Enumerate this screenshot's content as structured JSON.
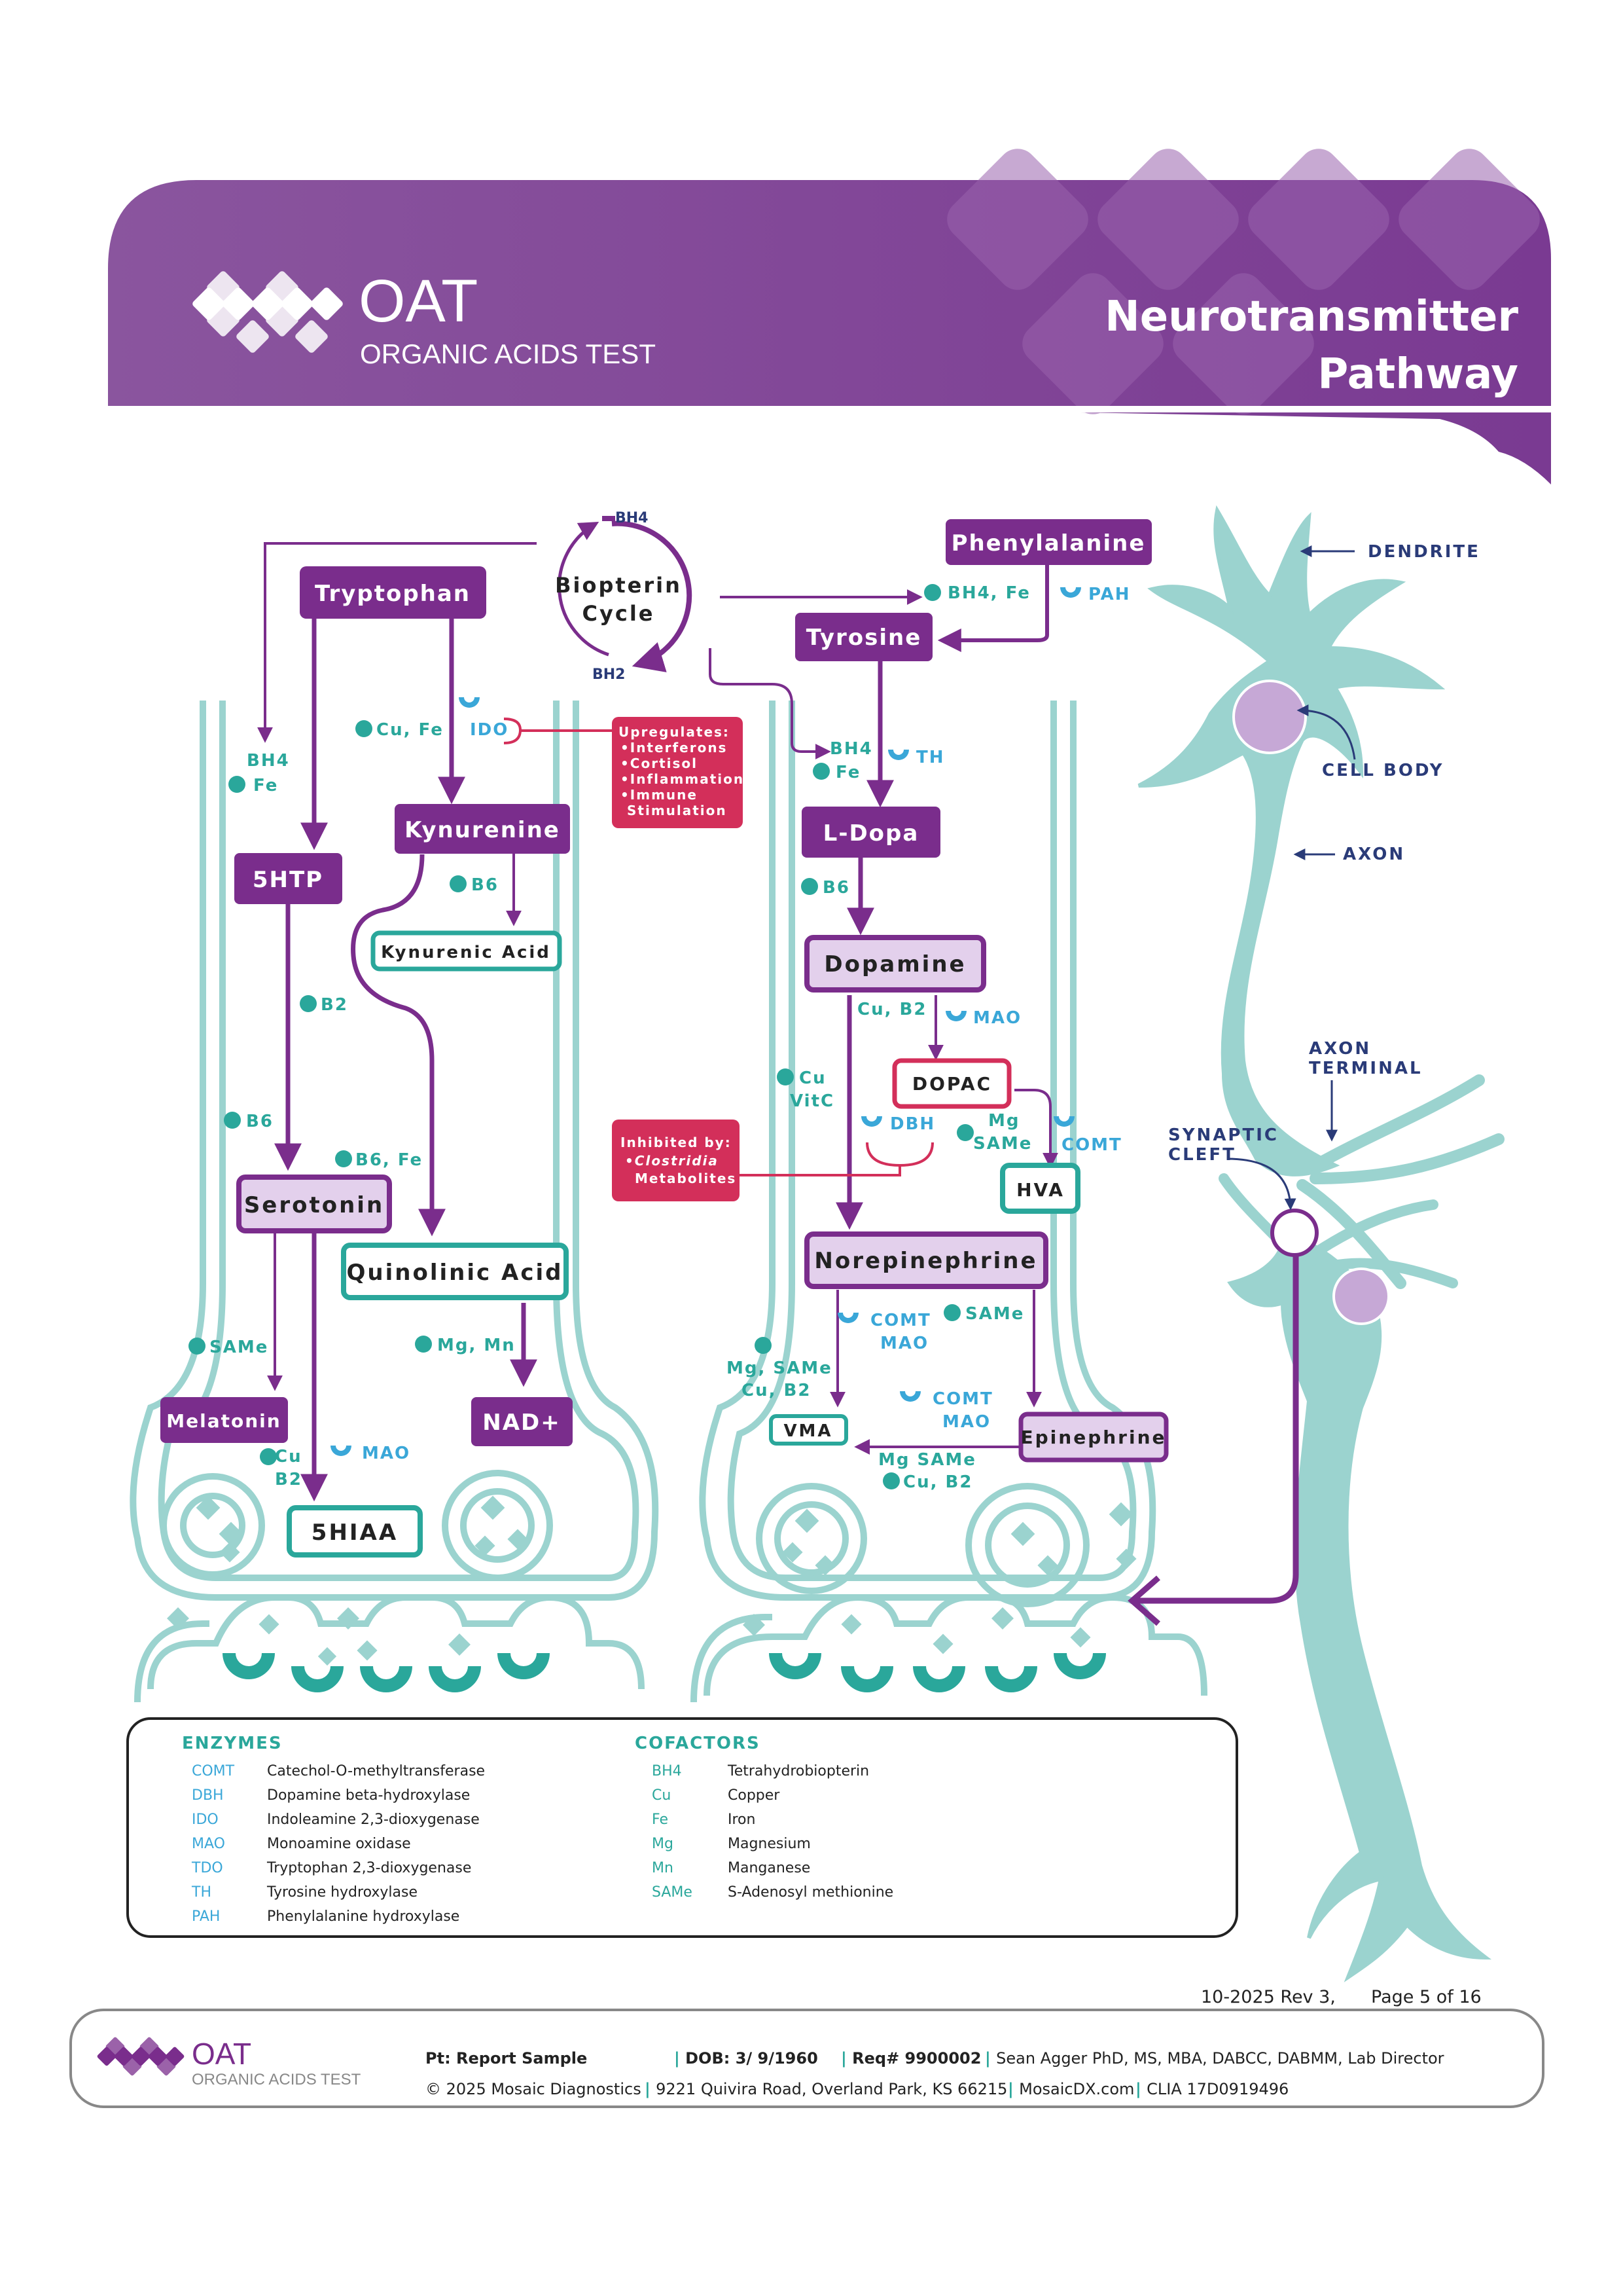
{
  "header": {
    "brand_name": "OAT",
    "brand_sub": "ORGANIC ACIDS TEST",
    "title_line1": "Neurotransmitter",
    "title_line2": "Pathway",
    "colors": {
      "purple": "#8a4a9a",
      "purple_dark": "#6e2d86",
      "teal": "#2aa79b",
      "teal_light": "#9bd3cf",
      "red": "#d32f5a",
      "lilac": "#e3d0ec",
      "navy": "#2a3b78",
      "blue": "#3aa7d8"
    }
  },
  "nodes": {
    "tryptophan": "Tryptophan",
    "biopterin": "Biopterin",
    "cycle": "Cycle",
    "bh4_top": "BH4",
    "bh2": "BH2",
    "phenylalanine": "Phenylalanine",
    "tyrosine": "Tyrosine",
    "kynurenine": "Kynurenine",
    "fivehtp": "5HTP",
    "kynurenic_acid": "Kynurenic Acid",
    "serotonin": "Serotonin",
    "quinolinic_acid": "Quinolinic Acid",
    "melatonin": "Melatonin",
    "nad": "NAD+",
    "fivehiaa": "5HIAA",
    "ldopa": "L-Dopa",
    "dopamine": "Dopamine",
    "dopac": "DOPAC",
    "hva": "HVA",
    "norepinephrine": "Norepinephrine",
    "vma": "VMA",
    "epinephrine": "Epinephrine"
  },
  "cofactor_labels": {
    "bh4_fe_phe": "BH4, Fe",
    "pah": "PAH",
    "cu_fe": "Cu, Fe",
    "ido": "IDO",
    "bh4_left": "BH4",
    "fe_left": "Fe",
    "b6_kyn": "B6",
    "b2_5htp": "B2",
    "b6_5htp": "B6",
    "b6_fe": "B6, Fe",
    "same_mel": "SAMe",
    "mg_mn": "Mg, Mn",
    "cu_b2_5hiaa_a": "Cu",
    "cu_b2_5hiaa_b": "B2",
    "mao_5hiaa": "MAO",
    "bh4_ldopa": "BH4",
    "fe_ldopa": "Fe",
    "th": "TH",
    "b6_dopa": "B6",
    "cu_b2_dopac": "Cu, B2",
    "mao_dopac": "MAO",
    "cu_vitc_a": "Cu",
    "cu_vitc_b": "VitC",
    "dbh": "DBH",
    "mg_same_a": "Mg",
    "mg_same_b": "SAMe",
    "comt_hva": "COMT",
    "comt_mao_ne_a": "COMT",
    "comt_mao_ne_b": "MAO",
    "same_epi": "SAMe",
    "mg_same_cu_b2_a": "Mg, SAMe",
    "mg_same_cu_b2_b": "Cu, B2",
    "comt_mao_epi_a": "COMT",
    "comt_mao_epi_b": "MAO",
    "mg_same_vma": "Mg SAMe",
    "cu_b2_vma": "Cu, B2"
  },
  "callouts": {
    "upregulates": [
      "Upregulates:",
      "•Interferons",
      "•Cortisol",
      "•Inflammation",
      "•Immune",
      "Stimulation"
    ],
    "inhibited": [
      "Inhibited by:",
      "•Clostridia",
      "Metabolites"
    ]
  },
  "neuron_labels": {
    "dendrite": "DENDRITE",
    "cell_body": "CELL BODY",
    "axon": "AXON",
    "axon_terminal_a": "AXON",
    "axon_terminal_b": "TERMINAL",
    "synaptic_a": "SYNAPTIC",
    "synaptic_b": "CLEFT"
  },
  "legend": {
    "enzymes_title": "ENZYMES",
    "cofactors_title": "COFACTORS",
    "enzymes": [
      {
        "abbr": "COMT",
        "name": "Catechol-O-methyltransferase"
      },
      {
        "abbr": "DBH",
        "name": "Dopamine beta-hydroxylase"
      },
      {
        "abbr": "IDO",
        "name": "Indoleamine 2,3-dioxygenase"
      },
      {
        "abbr": "MAO",
        "name": "Monoamine oxidase"
      },
      {
        "abbr": "TDO",
        "name": "Tryptophan 2,3-dioxygenase"
      },
      {
        "abbr": "TH",
        "name": "Tyrosine hydroxylase"
      },
      {
        "abbr": "PAH",
        "name": "Phenylalanine hydroxylase"
      }
    ],
    "cofactors": [
      {
        "abbr": "BH4",
        "name": "Tetrahydrobiopterin"
      },
      {
        "abbr": "Cu",
        "name": "Copper"
      },
      {
        "abbr": "Fe",
        "name": "Iron"
      },
      {
        "abbr": "Mg",
        "name": "Magnesium"
      },
      {
        "abbr": "Mn",
        "name": "Manganese"
      },
      {
        "abbr": "SAMe",
        "name": "S-Adenosyl methionine"
      }
    ]
  },
  "footer": {
    "rev": "10-2025 Rev 3,",
    "page": "Page 5 of 16",
    "brand_name": "OAT",
    "brand_sub": "ORGANIC ACIDS TEST",
    "patient": "Pt: Report Sample",
    "dob": "DOB: 3/ 9/1960",
    "req": "Req# 9900002",
    "director": "Sean Agger PhD, MS, MBA, DABCC, DABMM, Lab Director",
    "copyright": "© 2025 Mosaic Diagnostics",
    "address": "9221 Quivira Road, Overland Park, KS 66215",
    "site": "MosaicDX.com",
    "clia": "CLIA 17D0919496"
  }
}
